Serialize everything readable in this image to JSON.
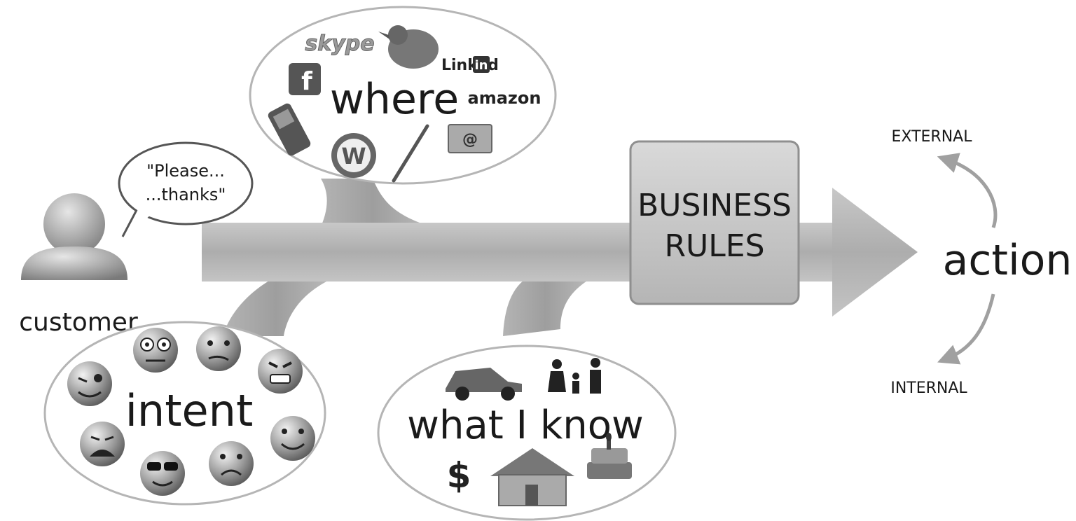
{
  "customer": {
    "label": "customer",
    "speech_line1": "\"Please...",
    "speech_line2": "...thanks\""
  },
  "where": {
    "label": "where",
    "logos": {
      "skype": "skype",
      "linkedin_text": "Linked",
      "linkedin_badge": "in",
      "facebook": "f",
      "amazon": "amazon",
      "email": "@"
    }
  },
  "intent": {
    "label": "intent"
  },
  "what_i_know": {
    "label": "what I know",
    "dollar": "$"
  },
  "business_rules": {
    "line1": "BUSINESS",
    "line2": "RULES"
  },
  "action": {
    "label": "action",
    "external": "EXTERNAL",
    "internal": "INTERNAL"
  },
  "colors": {
    "arrow": "#b8b8b8",
    "box": "#c9c9c9",
    "text": "#1a1a1a",
    "accent_arrow": "#a0a0a0"
  }
}
